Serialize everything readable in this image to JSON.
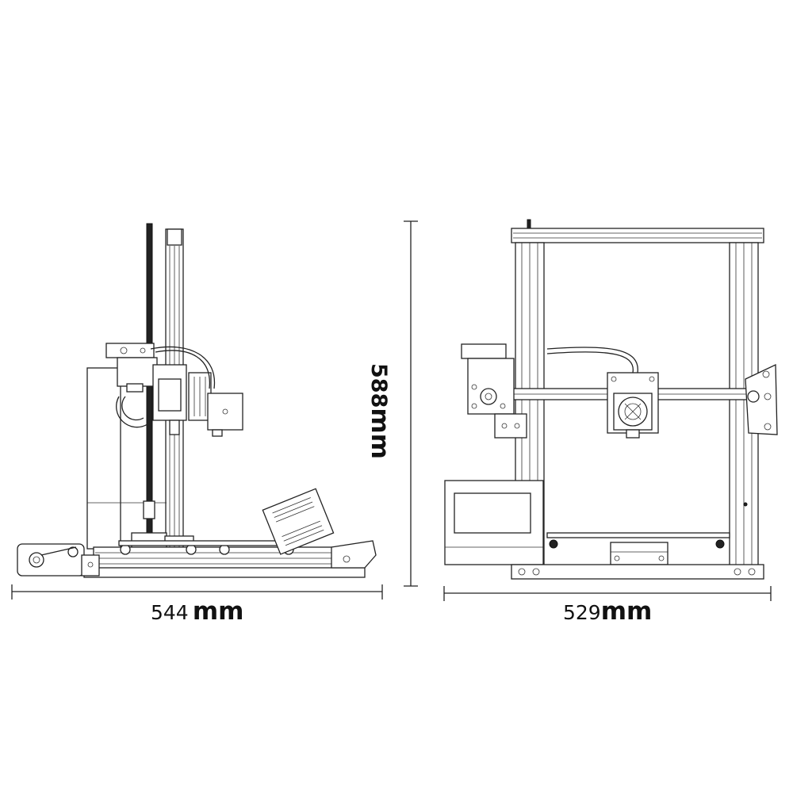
{
  "dimensions": {
    "side_width": {
      "value": "544",
      "unit": "mm"
    },
    "front_width": {
      "value": "529",
      "unit": "mm"
    },
    "height": {
      "value": "588",
      "unit": "mm"
    }
  },
  "colors": {
    "line": "#222222",
    "background": "#ffffff"
  }
}
